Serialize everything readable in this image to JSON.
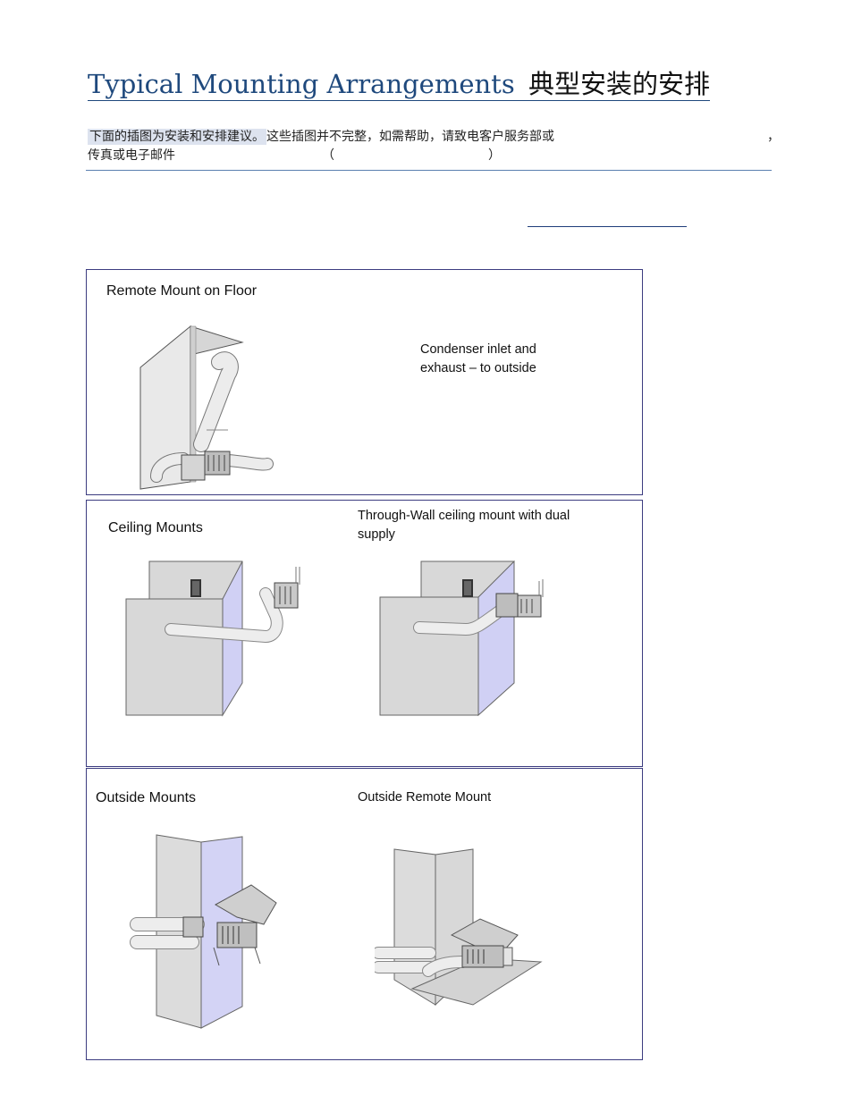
{
  "document": {
    "title": "Typical Mounting Arrangements",
    "title_cn": "典型安装的安排",
    "intro_line1_highlight": "下面的插图为安装和安排建议。",
    "intro_line1_rest": "这些插图并不完整，如需帮助，请致电客户服务部或",
    "intro_comma": "，",
    "intro_line2": "传真或电子邮件",
    "intro_paren_open": "（",
    "intro_paren_close": "）"
  },
  "panels": {
    "floor": {
      "heading": "Remote Mount on Floor",
      "caption": "Condenser inlet and exhaust – to outside"
    },
    "ceiling": {
      "heading": "Ceiling Mounts",
      "caption": "Through-Wall ceiling mount with dual supply"
    },
    "outside": {
      "heading": "Outside Mounts",
      "caption": "Outside Remote Mount"
    }
  },
  "colors": {
    "title_blue": "#1f497d",
    "panel_border": "#3c3c80",
    "wall_gray": "#d9d9d9",
    "wall_lavender": "#d3d3f5",
    "duct_light": "#ececec",
    "highlight": "#dde3ef"
  }
}
